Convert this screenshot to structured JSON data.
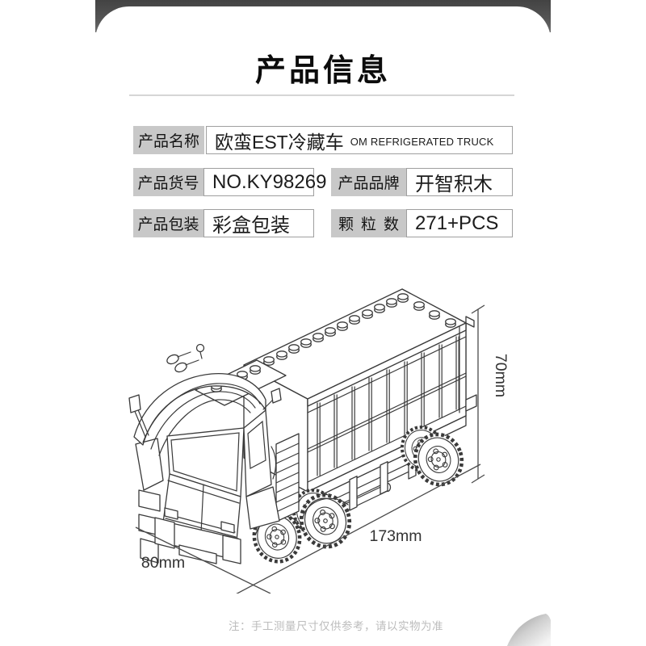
{
  "header": {
    "title": "产品信息"
  },
  "table": {
    "name": {
      "label": "产品名称",
      "value_cn": "欧蛮EST冷藏车",
      "value_en": "OM REFRIGERATED TRUCK"
    },
    "sku": {
      "label": "产品货号",
      "value": "NO.KY98269"
    },
    "brand": {
      "label": "产品品牌",
      "value": "开智积木"
    },
    "packaging": {
      "label": "产品包装",
      "value": "彩盒包装"
    },
    "pieces": {
      "label": "颗粒数",
      "value": "271+PCS"
    }
  },
  "drawing": {
    "subject": "om-refrigerated-truck-isometric-line-drawing",
    "dimensions": {
      "height": "70mm",
      "length": "173mm",
      "width": "80mm"
    }
  },
  "footnote": "注：手工测量尺寸仅供参考，请以实物为准",
  "colors": {
    "top_band": "#555555",
    "label_bg": "#c8c8c8",
    "line": "#3a3a3a"
  }
}
